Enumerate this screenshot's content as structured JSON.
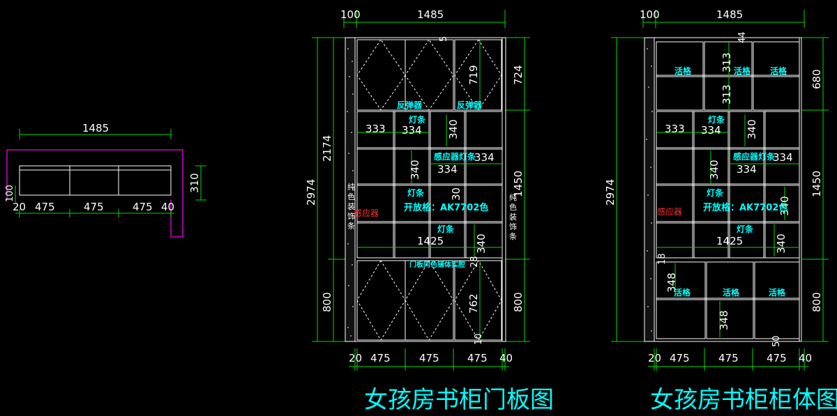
{
  "plan": {
    "width": "1485",
    "depth": "310",
    "left_gap": "100",
    "segments": [
      "20",
      "475",
      "475",
      "475",
      "40"
    ]
  },
  "door": {
    "top_dims": [
      "100",
      "1485"
    ],
    "total_height": "2974",
    "upper_height": "2174",
    "lower_height": "800",
    "right_top": "724",
    "right_mid": "1450",
    "right_low": "800",
    "gap_top": "5",
    "door_top_h": "719",
    "door_low_h": "762",
    "small_10": "10",
    "small_28": "28",
    "cells": [
      "333",
      "334",
      "340",
      "340",
      "334",
      "334",
      "30",
      "340"
    ],
    "width_1425": "1425",
    "bottom_dims": [
      "20",
      "475",
      "475",
      "475",
      "40"
    ],
    "labels": {
      "flip1": "反弹器",
      "flip2": "反弹器",
      "strip1": "灯条",
      "sensor_strip": "感应器灯条",
      "strip2": "灯条",
      "open_grid": "开放格：AK7702色",
      "strip3": "灯条",
      "sensor": "感应器",
      "door_color": "门板同色铺体实腔"
    },
    "side_text_left": [
      "纯",
      "色",
      "装",
      "饰",
      "条"
    ],
    "side_text_right": [
      "纯",
      "色",
      "装",
      "饰",
      "条"
    ],
    "title": "女孩房书柜门板图"
  },
  "body": {
    "top_dims": [
      "100",
      "1485"
    ],
    "total_height": "2974",
    "right_680": "680",
    "right_1450": "1450",
    "right_800": "800",
    "dims": [
      "44",
      "313",
      "313",
      "333",
      "334",
      "340",
      "340",
      "334",
      "334",
      "340",
      "340",
      "18",
      "348",
      "348",
      "50",
      "1425"
    ],
    "labels": {
      "shelf_a": "活格",
      "shelf_b": "活格",
      "shelf_c": "活格",
      "strip1": "灯条",
      "sensor_strip": "感应器灯条",
      "strip2": "灯条",
      "open_grid": "开放格：AK7702色",
      "strip3": "灯条",
      "sensor": "感应器",
      "shelf_d": "活格",
      "shelf_e": "活格",
      "shelf_f": "活格"
    },
    "bottom_dims": [
      "20",
      "475",
      "475",
      "475",
      "40"
    ],
    "title": "女孩房书柜柜体图"
  }
}
